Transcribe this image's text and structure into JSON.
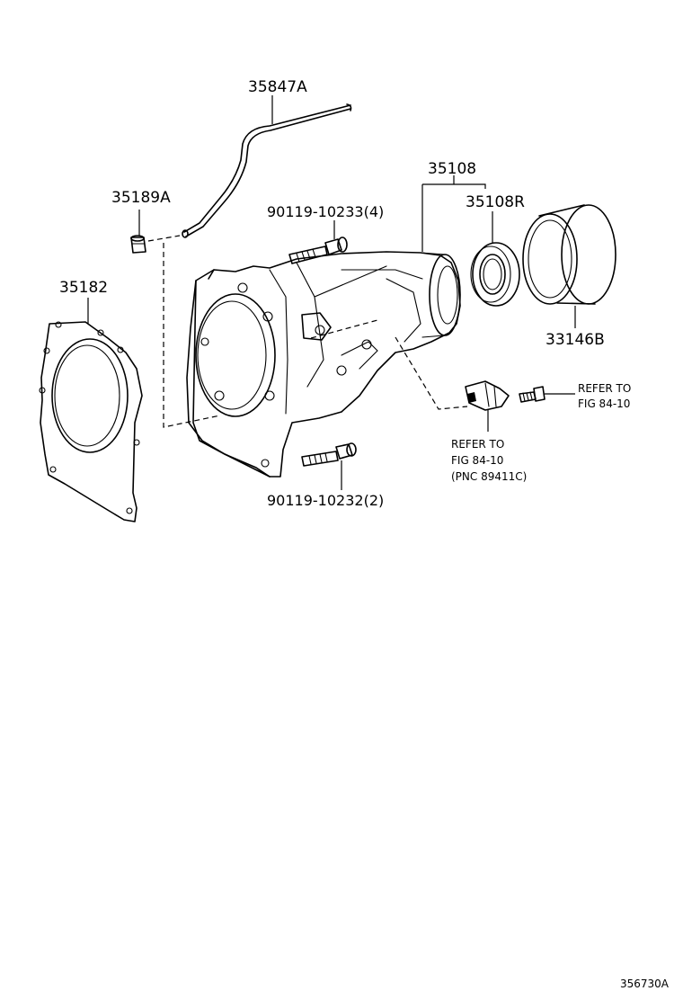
{
  "parts": {
    "tube": "35847A",
    "grommet": "35189A",
    "gasket": "35182",
    "bolt_upper": "90119-10233(4)",
    "extension_housing": "35108",
    "oil_seal": "35108R",
    "dust_cover": "33146B",
    "bolt_lower": "90119-10232(2)"
  },
  "references": {
    "sensor_ref": [
      "REFER TO",
      "FIG 84-10",
      "(PNC 89411C)"
    ],
    "plug_ref": [
      "REFER TO",
      "FIG 84-10"
    ]
  },
  "figure_code": "356730A"
}
